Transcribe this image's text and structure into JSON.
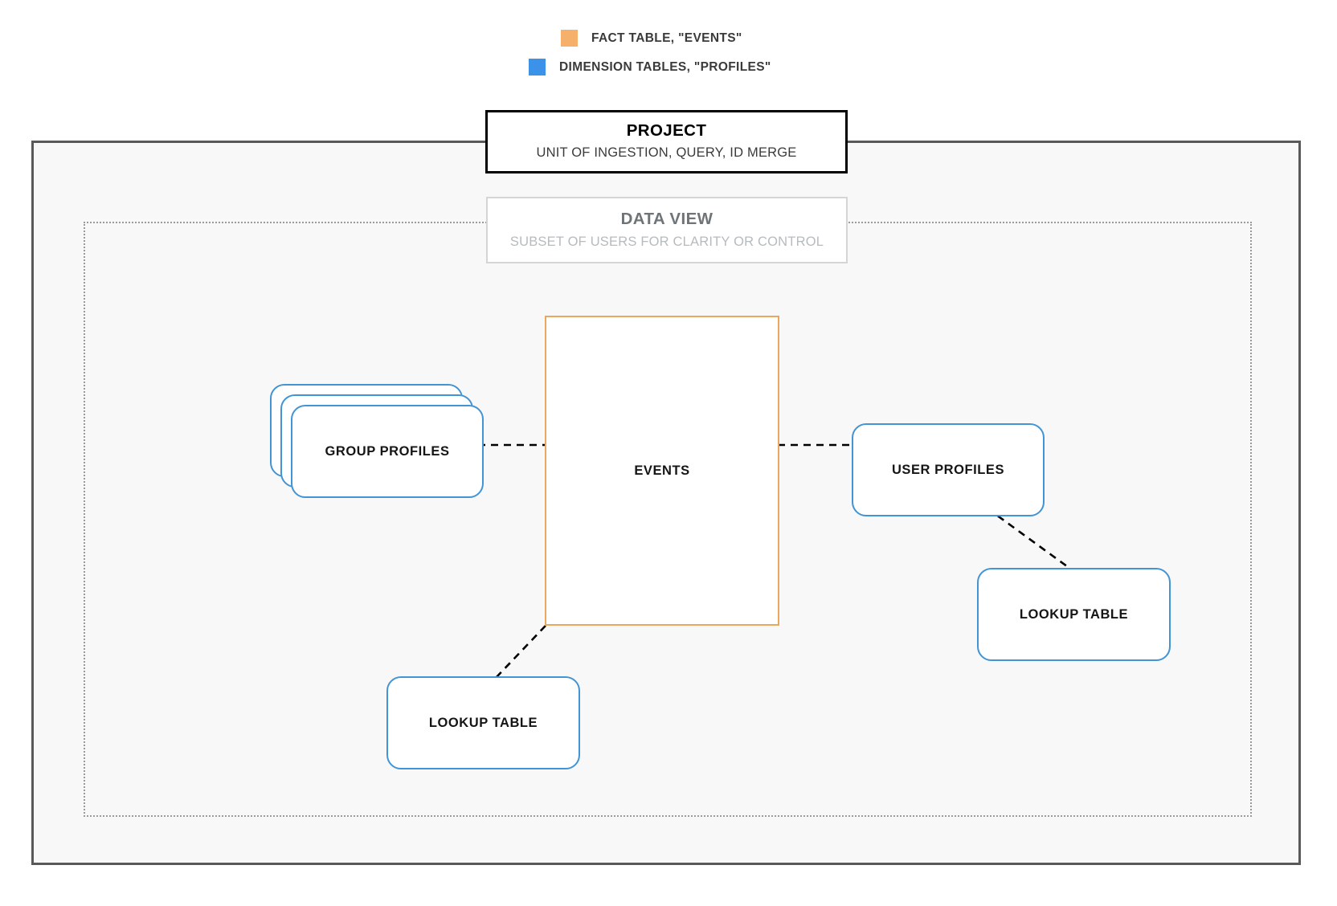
{
  "legend": {
    "items": [
      {
        "label": "FACT TABLE, \"EVENTS\"",
        "color": "#f5b16c",
        "icon": "orange-square-swatch"
      },
      {
        "label": "DIMENSION TABLES, \"PROFILES\"",
        "color": "#3b92e8",
        "icon": "blue-square-swatch"
      }
    ]
  },
  "project": {
    "title": "PROJECT",
    "subtitle": "UNIT OF INGESTION, QUERY, ID MERGE"
  },
  "data_view": {
    "title": "DATA VIEW",
    "subtitle": "SUBSET OF USERS FOR CLARITY OR CONTROL"
  },
  "nodes": {
    "events": {
      "label": "EVENTS",
      "kind": "fact",
      "color": "#eaa85f"
    },
    "group_profiles": {
      "label": "GROUP PROFILES",
      "kind": "dimension",
      "color": "#4394d4",
      "stack_count": 3
    },
    "user_profiles": {
      "label": "USER PROFILES",
      "kind": "dimension",
      "color": "#4394d4"
    },
    "lookup_table_right": {
      "label": "LOOKUP TABLE",
      "kind": "dimension",
      "color": "#4394d4"
    },
    "lookup_table_left": {
      "label": "LOOKUP TABLE",
      "kind": "dimension",
      "color": "#4394d4"
    }
  },
  "connectors": [
    {
      "name": "group-profiles-to-events",
      "from": "group_profiles",
      "to": "events",
      "style": "dashed",
      "color": "#000000"
    },
    {
      "name": "events-to-user-profiles",
      "from": "events",
      "to": "user_profiles",
      "style": "dashed",
      "color": "#000000"
    },
    {
      "name": "user-profiles-to-lookup-right",
      "from": "user_profiles",
      "to": "lookup_table_right",
      "style": "dashed",
      "color": "#000000"
    },
    {
      "name": "events-to-lookup-left",
      "from": "events",
      "to": "lookup_table_left",
      "style": "dashed",
      "color": "#000000"
    }
  ],
  "theme": {
    "page_background": "#ffffff",
    "project_fill": "#f8f8f8",
    "project_border": "#595959",
    "dataview_border": "#9a9a9a"
  }
}
